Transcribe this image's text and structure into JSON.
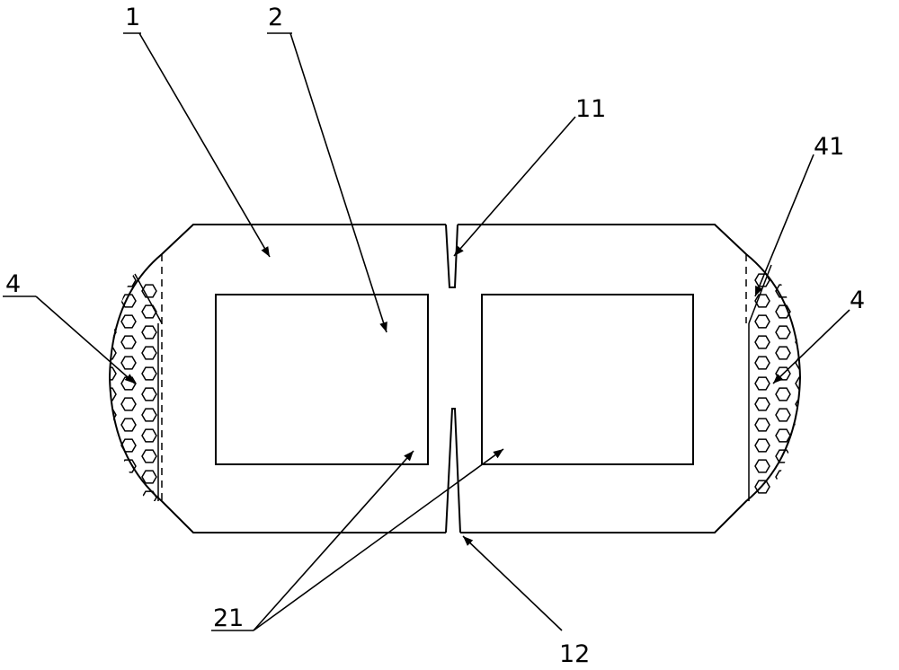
{
  "labels": {
    "label_1": "1",
    "label_2": "2",
    "label_11": "11",
    "label_41": "41",
    "label_4_left": "4",
    "label_4_right": "4",
    "label_21": "21",
    "label_12": "12"
  },
  "colors": {
    "line": "#000000",
    "background": "#ffffff"
  }
}
